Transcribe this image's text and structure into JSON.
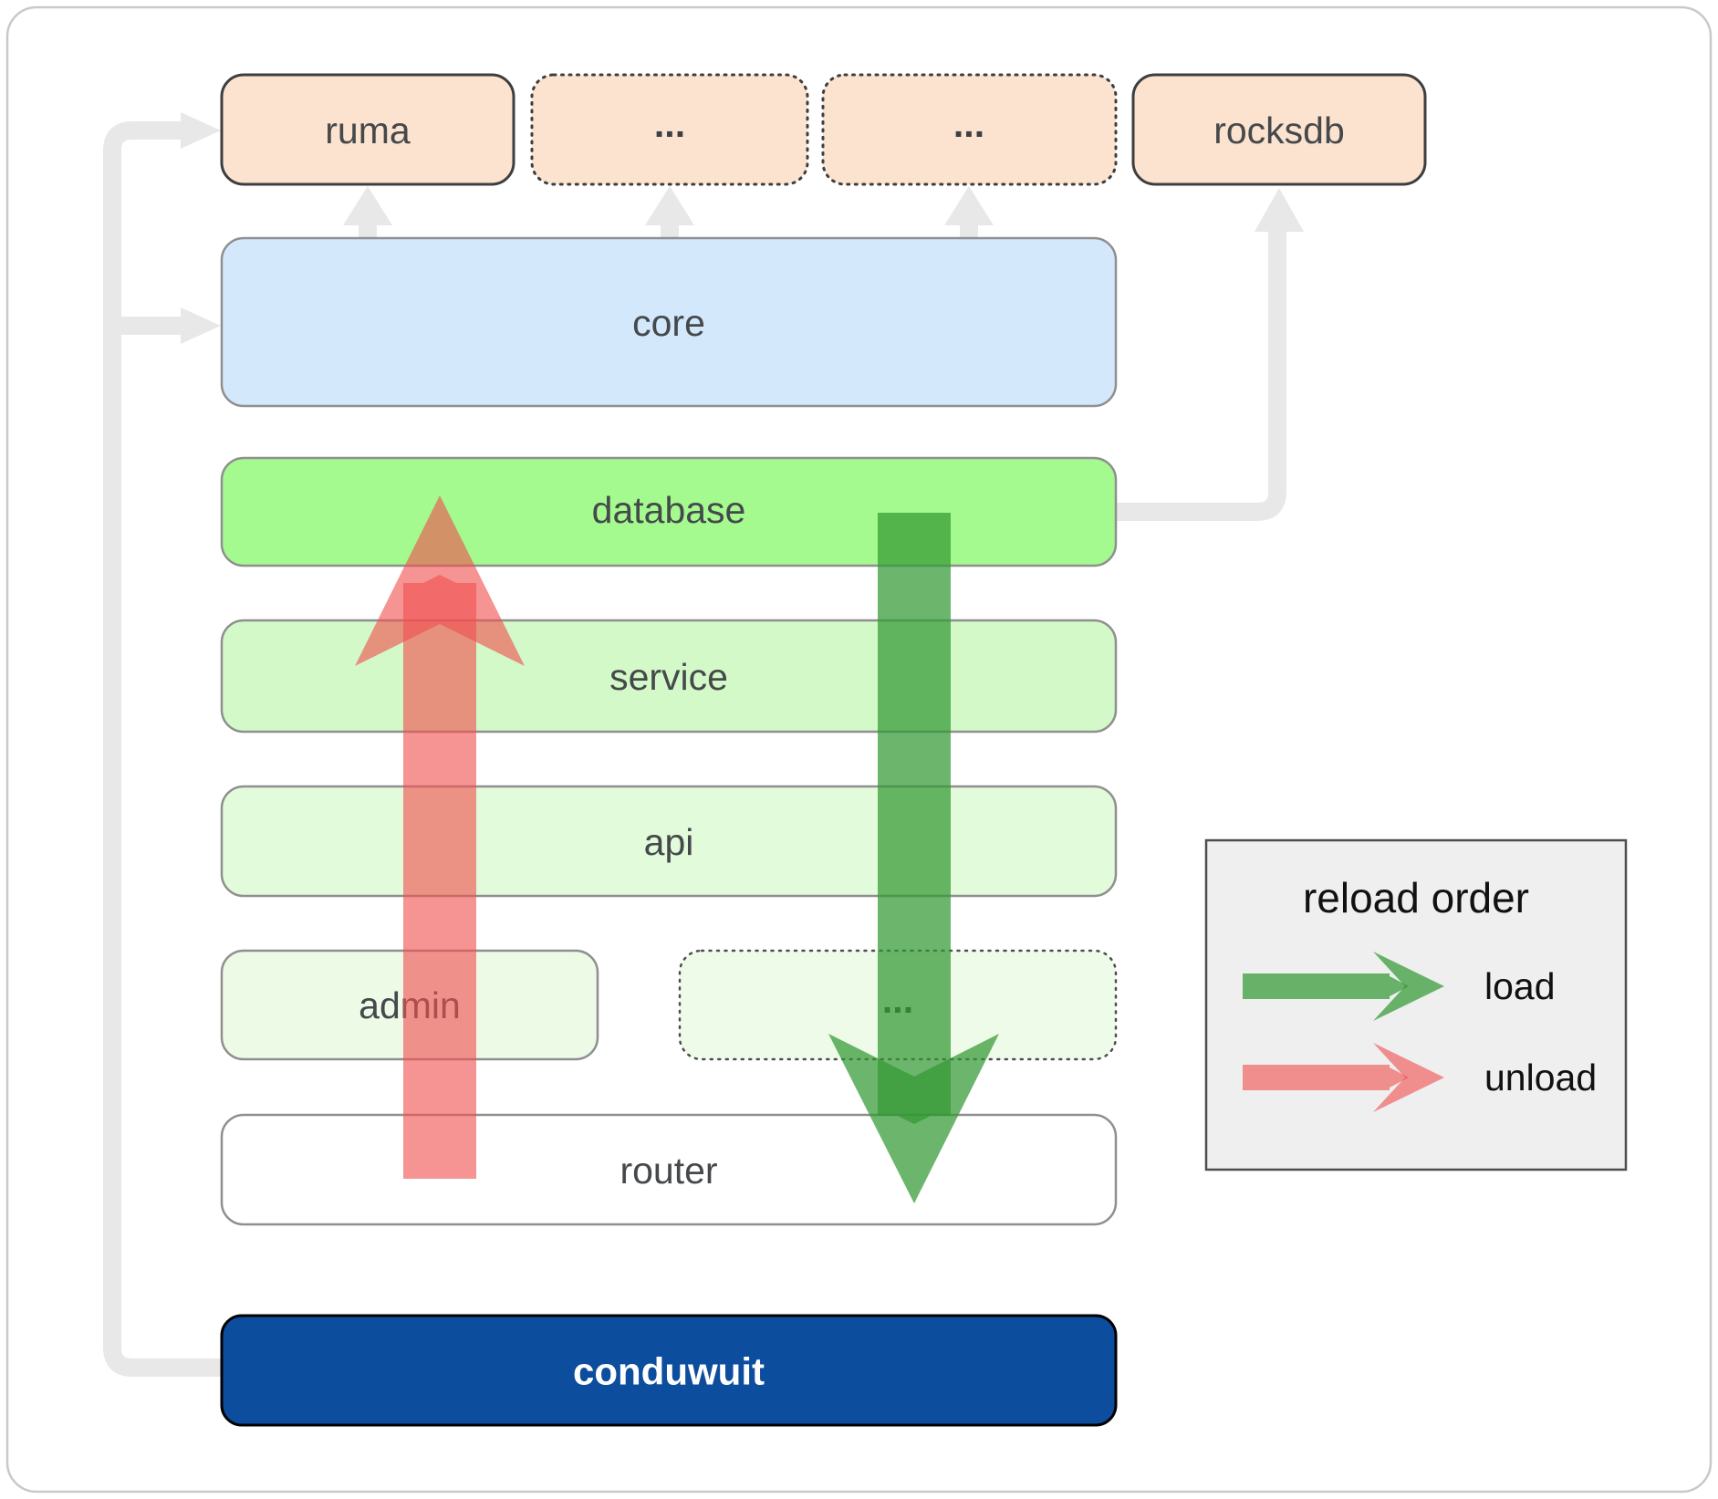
{
  "diagram": {
    "nodes": {
      "ruma": {
        "label": "ruma"
      },
      "dep_more_1": {
        "label": "..."
      },
      "dep_more_2": {
        "label": "..."
      },
      "rocksdb": {
        "label": "rocksdb"
      },
      "core": {
        "label": "core"
      },
      "database": {
        "label": "database"
      },
      "service": {
        "label": "service"
      },
      "api": {
        "label": "api"
      },
      "admin": {
        "label": "admin"
      },
      "service_more": {
        "label": "..."
      },
      "router": {
        "label": "router"
      },
      "conduwuit": {
        "label": "conduwuit"
      }
    },
    "legend": {
      "title": "reload order",
      "items": [
        {
          "label": "load",
          "color": "#339933"
        },
        {
          "label": "unload",
          "color": "#f05050"
        }
      ]
    },
    "colors": {
      "load_arrow": "#339933",
      "unload_arrow": "#f05050",
      "connector": "#e8e8e8",
      "conduwuit_fill": "#0d4d9e",
      "dep_fill": "#fce3cf",
      "core_fill": "#d4e8fb",
      "database_fill": "#a4fa8e"
    }
  }
}
